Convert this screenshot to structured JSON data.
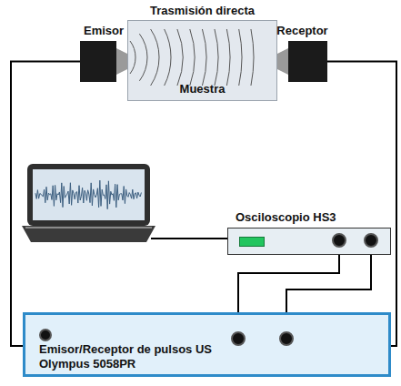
{
  "diagram": {
    "nodes": [
      {
        "text": [
          "Emisor"
        ]
      },
      {
        "text": [
          "Trasmisión directa",
          "Muestra"
        ]
      },
      {
        "text": [
          "Receptor"
        ]
      },
      {
        "text": [
          "Osciloscopio HS3"
        ]
      },
      {
        "text": [
          "Emisor/Receptor de pulsos US Olympus 5058PR"
        ]
      }
    ],
    "edges": [
      {
        "from": 0,
        "to": 4,
        "arrow": "none"
      },
      {
        "from": 2,
        "to": 4,
        "arrow": "none"
      },
      {
        "from": 3,
        "to": 4,
        "arrow": "none"
      },
      {
        "from": 3,
        "to": 4,
        "arrow": "none"
      }
    ]
  }
}
